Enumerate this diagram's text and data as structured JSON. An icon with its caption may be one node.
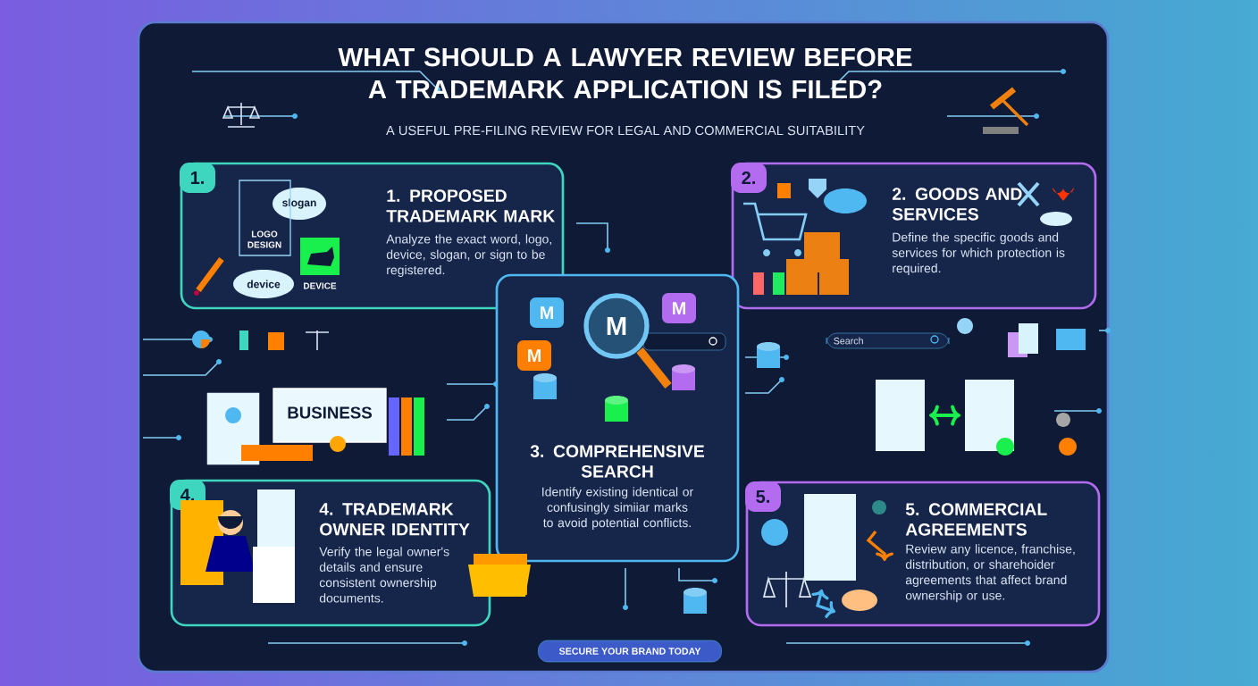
{
  "diagram": {
    "title": "WHAT SHOULD A LAWYER REVIEW BEFORE A TRADEMARK APPLICATION IS FILED?",
    "nodes": [
      {
        "text": [
          "1.",
          "1. PROPOSED TRADEMARK MARK",
          "Analyze the exact word, logo, device, slogan, or sign to be registered."
        ]
      },
      {
        "text": [
          "2.",
          "2. GOODS AND SERVICES",
          "Define the specific goods and services for which protection is required."
        ]
      },
      {
        "text": [
          "3. COMPREHENSIVE SEARCH",
          "Identify existing identical or confusingly simiiar marks to avoid potential conflicts."
        ]
      },
      {
        "text": [
          "4.",
          "4. TRADEMARK OWNER IDENTITY",
          "Verify the legal owner's details and ensure consistent ownership documents."
        ]
      },
      {
        "text": [
          "5.",
          "5. COMMERCIAL AGREEMENTS",
          "Review any licence, franchise, distribution, or sharehoider agreements that affect brand ownership or use."
        ]
      },
      {
        "text": [
          "SECURE YOUR BRAND TODAY"
        ]
      }
    ],
    "labels": [
      "A USEFUL PRE-FILING REVIEW FOR LEGAL AND COMMERCIAL SUITABILITY",
      "slogan",
      "LOGO DESIGN",
      "device",
      "DEVICE",
      "M",
      "M",
      "M",
      "M",
      "Search",
      "BUSINESS"
    ]
  }
}
